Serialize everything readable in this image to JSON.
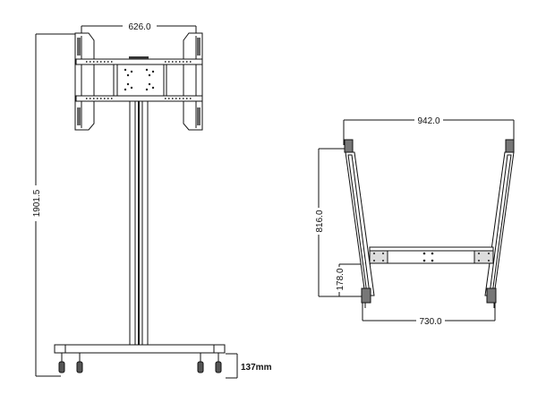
{
  "drawing": {
    "front_view": {
      "width_label": "626.0",
      "height_label": "1901.5",
      "base_height_label": "137mm"
    },
    "side_view": {
      "width_top_label": "942.0",
      "height_label": "816.0",
      "lower_offset_label": "178.0",
      "width_bottom_label": "730.0"
    },
    "colors": {
      "line": "#111111",
      "fill_dark": "#555555",
      "background": "#ffffff"
    }
  }
}
